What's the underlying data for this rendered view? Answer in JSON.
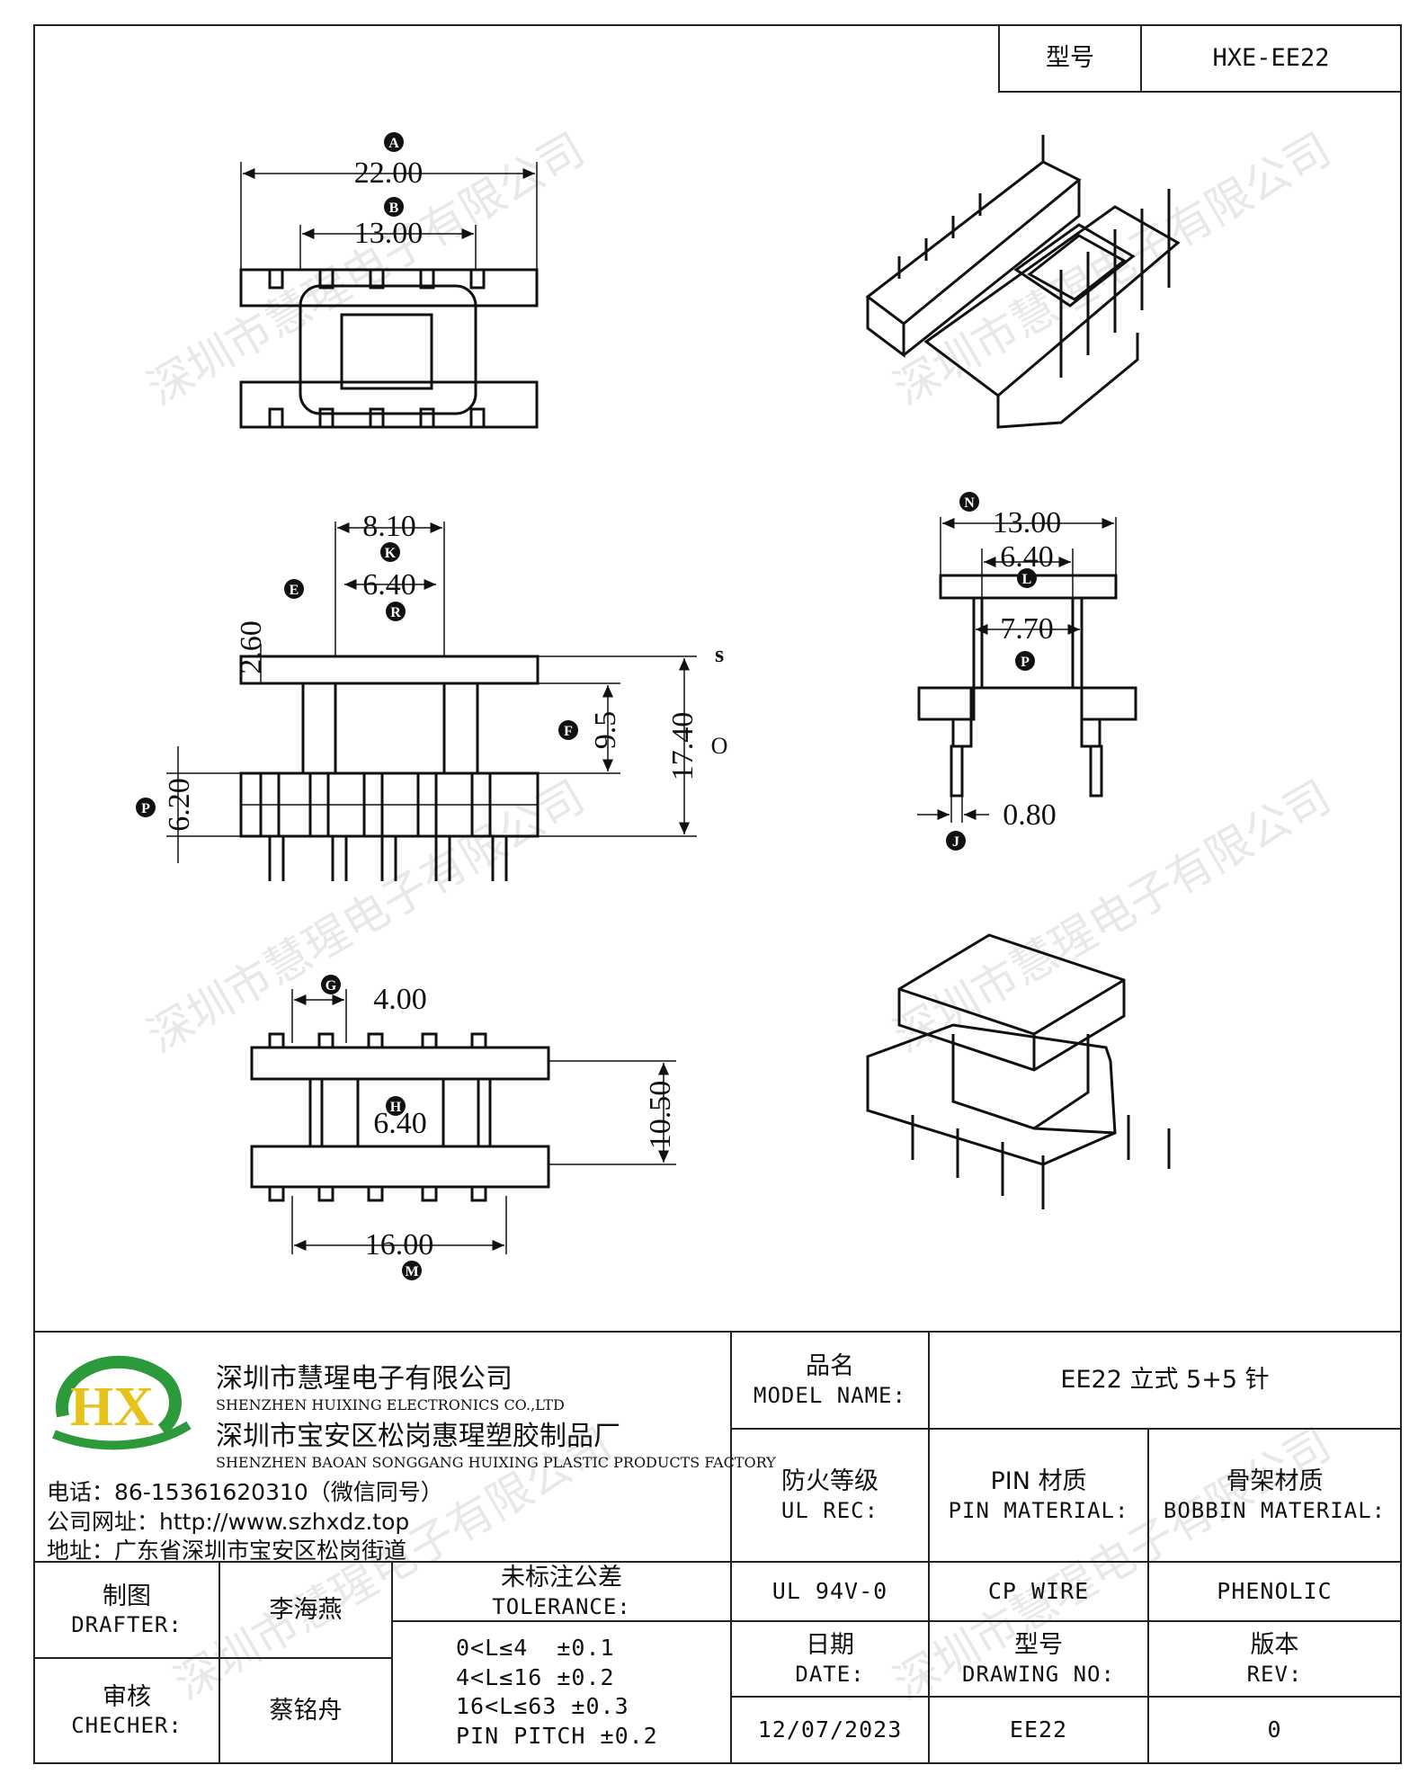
{
  "header": {
    "model_label": "型号",
    "model_value": "HXE-EE22"
  },
  "dims": {
    "top": {
      "A": "22.00",
      "B": "13.00"
    },
    "front": {
      "K": "8.10",
      "R": "6.40",
      "E": "2.60",
      "F": "9.5",
      "O": "17.40",
      "P": "6.20",
      "S": "S",
      "O_label": "O"
    },
    "side": {
      "N": "13.00",
      "L": "6.40",
      "P": "7.70",
      "J": "0.80"
    },
    "bottom": {
      "G": "4.00",
      "H": "6.40",
      "M": "16.00",
      "D": "10.50"
    },
    "letters": {
      "A": "A",
      "B": "B",
      "K": "K",
      "R": "R",
      "E": "E",
      "F": "F",
      "P": "P",
      "N": "N",
      "L": "L",
      "J": "J",
      "G": "G",
      "H": "H",
      "M": "M",
      "S": "s",
      "O": "O"
    }
  },
  "company": {
    "name_cn": "深圳市慧瑆电子有限公司",
    "name_en": "SHENZHEN HUIXING ELECTRONICS CO.,LTD",
    "factory_cn": "深圳市宝安区松岗惠瑆塑胶制品厂",
    "factory_en": "SHENZHEN BAOAN SONGGANG HUIXING PLASTIC PRODUCTS FACTORY",
    "phone": "电话：86-15361620310（微信同号）",
    "website": "公司网址：http://www.szhxdz.top",
    "address": "地址：广东省深圳市宝安区松岗街道",
    "logo_text": "HX",
    "colors": {
      "green": "#2c9a3a",
      "yellow": "#e6c21a"
    }
  },
  "title_block": {
    "model_name_cn": "品名",
    "model_name_en": "MODEL NAME:",
    "model_name_value": "EE22 立式 5+5 针",
    "ul_cn": "防火等级",
    "ul_en": "UL REC:",
    "pin_mat_cn": "PIN 材质",
    "pin_mat_en": "PIN MATERIAL:",
    "bobbin_mat_cn": "骨架材质",
    "bobbin_mat_en": "BOBBIN MATERIAL:",
    "ul_value": "UL 94V-0",
    "pin_mat_value": "CP WIRE",
    "bobbin_mat_value": "PHENOLIC",
    "drafter_cn": "制图",
    "drafter_en": "DRAFTER:",
    "drafter_name": "李海燕",
    "checker_cn": "审核",
    "checker_en": "CHECHER:",
    "checker_name": "蔡铭舟",
    "tolerance_cn": "未标注公差",
    "tolerance_en": "TOLERANCE:",
    "tolerance_lines": [
      "0<L≤4  ±0.1",
      "4<L≤16 ±0.2",
      "16<L≤63 ±0.3",
      "PIN PITCH ±0.2"
    ],
    "date_cn": "日期",
    "date_en": "DATE:",
    "date_value": "12/07/2023",
    "drawing_cn": "型号",
    "drawing_en": "DRAWING NO:",
    "drawing_value": "EE22",
    "rev_cn": "版本",
    "rev_en": "REV:",
    "rev_value": "0"
  },
  "watermark": "深圳市慧瑆电子有限公司"
}
